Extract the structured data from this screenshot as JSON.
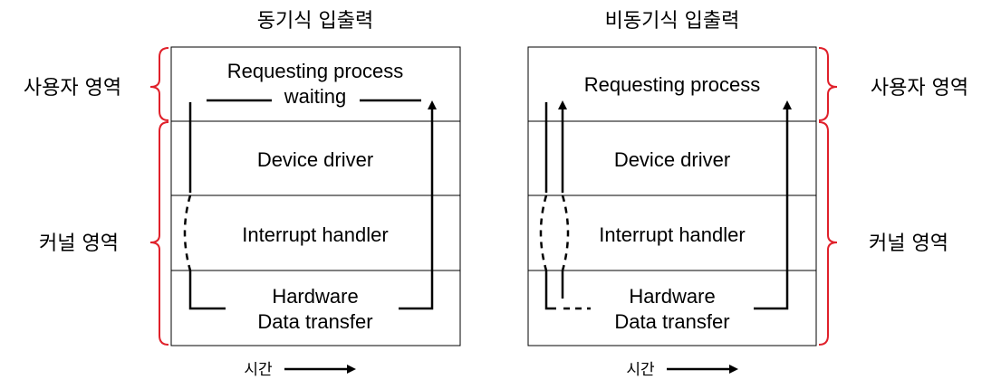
{
  "colors": {
    "bracket": "#e0202a",
    "line": "#000000"
  },
  "diagrams": [
    {
      "title": "동기식 입출력",
      "layers": {
        "user": [
          "Requesting process",
          "waiting"
        ],
        "driver": "Device driver",
        "interrupt": "Interrupt handler",
        "hardware": [
          "Hardware",
          "Data transfer"
        ]
      },
      "side_labels": {
        "user": "사용자 영역",
        "kernel": "커널 영역"
      },
      "time_label": "시간"
    },
    {
      "title": "비동기식 입출력",
      "layers": {
        "user": [
          "Requesting process"
        ],
        "driver": "Device driver",
        "interrupt": "Interrupt handler",
        "hardware": [
          "Hardware",
          "Data transfer"
        ]
      },
      "side_labels": {
        "user": "사용자 영역",
        "kernel": "커널 영역"
      },
      "time_label": "시간"
    }
  ]
}
